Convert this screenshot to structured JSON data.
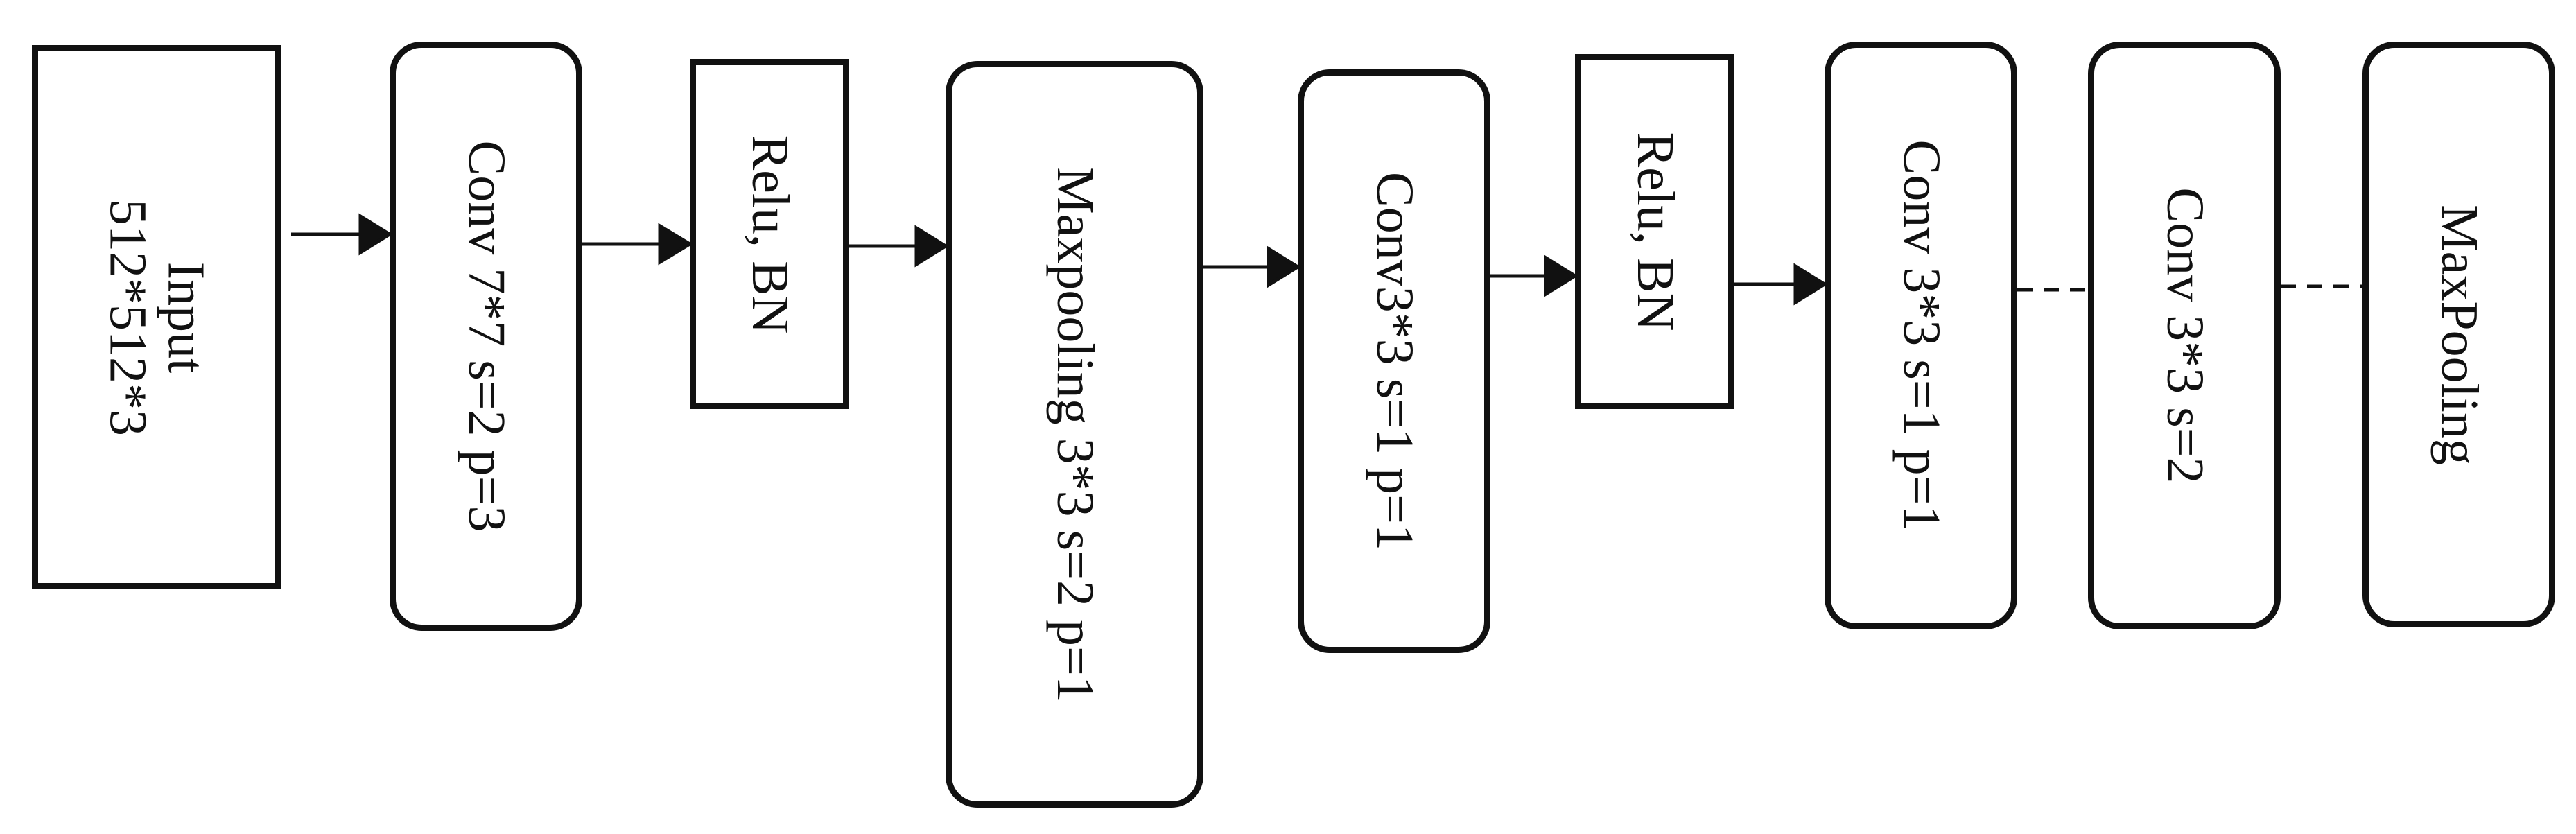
{
  "nodes": [
    {
      "id": "input",
      "label": "Input\n512*512*3"
    },
    {
      "id": "conv1",
      "label": "Conv 7*7 s=2 p=3"
    },
    {
      "id": "relu1",
      "label": "Relu, BN"
    },
    {
      "id": "maxpool1",
      "label": "Maxpooling 3*3 s=2 p=1"
    },
    {
      "id": "conv2",
      "label": "Conv3*3 s=1 p=1"
    },
    {
      "id": "relu2",
      "label": "Relu, BN"
    },
    {
      "id": "conv3",
      "label": "Conv 3*3 s=1 p=1"
    },
    {
      "id": "conv4",
      "label": "Conv 3*3 s=2"
    },
    {
      "id": "maxpool2",
      "label": "MaxPooling"
    }
  ],
  "edges": [
    {
      "from": "input",
      "to": "conv1",
      "style": "arrow"
    },
    {
      "from": "conv1",
      "to": "relu1",
      "style": "arrow"
    },
    {
      "from": "relu1",
      "to": "maxpool1",
      "style": "arrow"
    },
    {
      "from": "maxpool1",
      "to": "conv2",
      "style": "arrow"
    },
    {
      "from": "conv2",
      "to": "relu2",
      "style": "arrow"
    },
    {
      "from": "relu2",
      "to": "conv3",
      "style": "arrow"
    },
    {
      "from": "conv3",
      "to": "conv4",
      "style": "dashed"
    },
    {
      "from": "conv4",
      "to": "maxpool2",
      "style": "dashed"
    }
  ]
}
